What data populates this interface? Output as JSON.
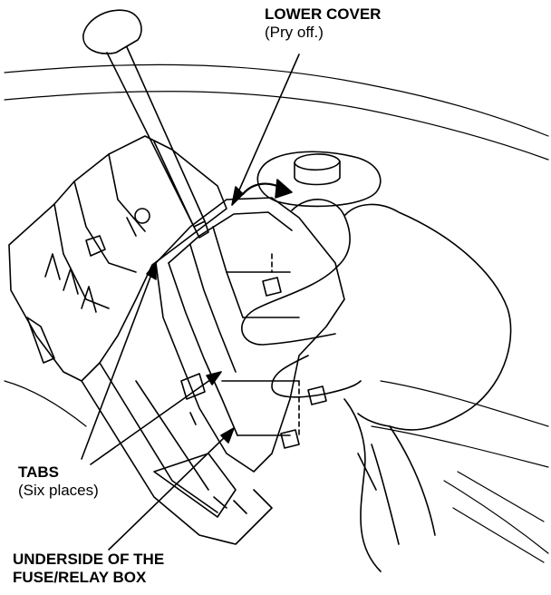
{
  "labels": {
    "lower_cover": {
      "title": "LOWER COVER",
      "note": "(Pry off.)"
    },
    "tabs": {
      "title": "TABS",
      "note": "(Six places)"
    },
    "underside": {
      "line1": "UNDERSIDE OF THE",
      "line2": "FUSE/RELAY BOX"
    }
  },
  "colors": {
    "ink": "#000000",
    "paper": "#ffffff"
  }
}
